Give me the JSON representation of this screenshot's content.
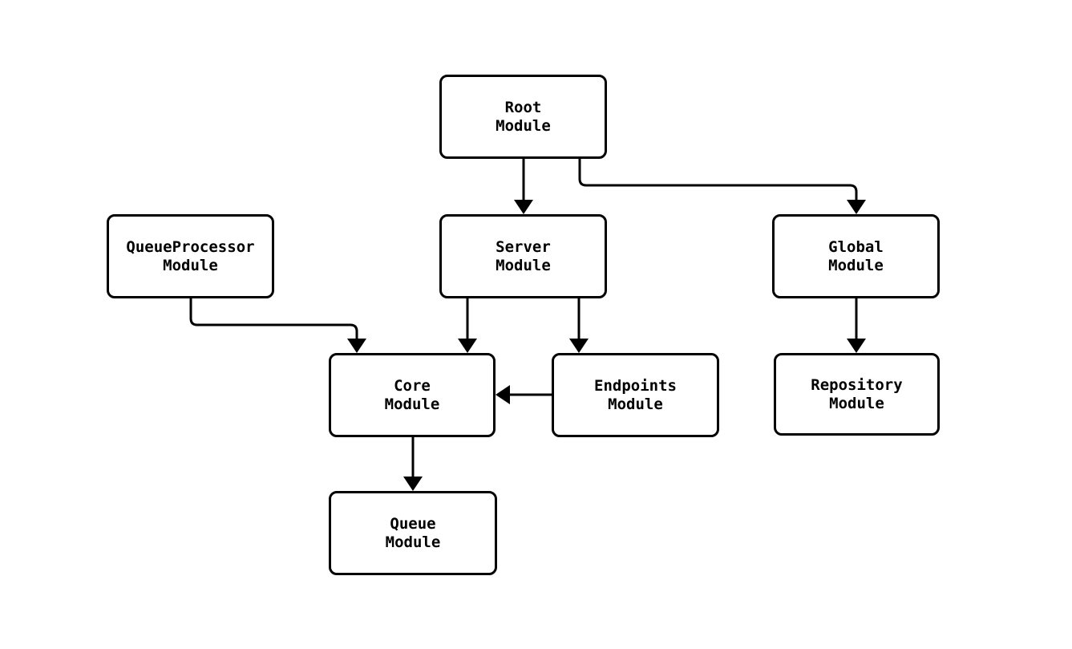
{
  "diagram": {
    "type": "flowchart",
    "background_color": "#ffffff",
    "node_border_color": "#000000",
    "node_fill_color": "#ffffff",
    "edge_color": "#000000",
    "text_color": "#000000",
    "nodes": {
      "root": {
        "line1": "Root",
        "line2": "Module"
      },
      "queueprocessor": {
        "line1": "QueueProcessor",
        "line2": "Module"
      },
      "server": {
        "line1": "Server",
        "line2": "Module"
      },
      "global": {
        "line1": "Global",
        "line2": "Module"
      },
      "core": {
        "line1": "Core",
        "line2": "Module"
      },
      "endpoints": {
        "line1": "Endpoints",
        "line2": "Module"
      },
      "repository": {
        "line1": "Repository",
        "line2": "Module"
      },
      "queue": {
        "line1": "Queue",
        "line2": "Module"
      }
    },
    "edges": [
      {
        "from": "Root Module",
        "to": "Server Module"
      },
      {
        "from": "Root Module",
        "to": "Global Module"
      },
      {
        "from": "QueueProcessor Module",
        "to": "Core Module"
      },
      {
        "from": "Server Module",
        "to": "Core Module"
      },
      {
        "from": "Server Module",
        "to": "Endpoints Module"
      },
      {
        "from": "Endpoints Module",
        "to": "Core Module"
      },
      {
        "from": "Global Module",
        "to": "Repository Module"
      },
      {
        "from": "Core Module",
        "to": "Queue Module"
      }
    ]
  }
}
